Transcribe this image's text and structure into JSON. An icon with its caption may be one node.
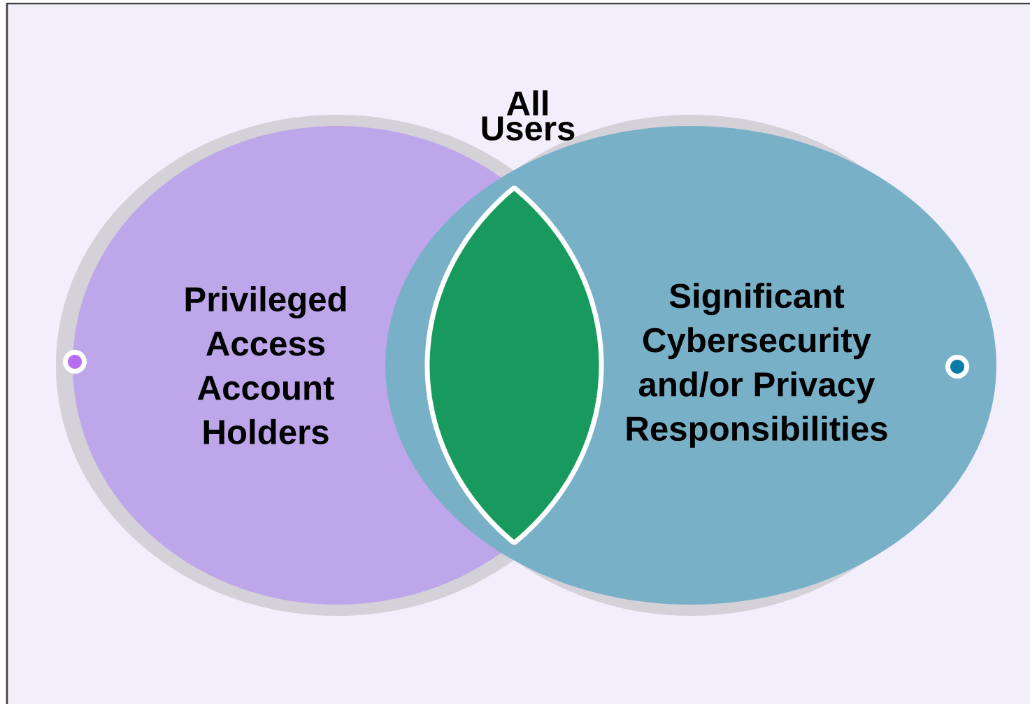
{
  "diagram": {
    "nodes": [
      {
        "text": [
          "Privileged Access Account Holders"
        ]
      },
      {
        "text": [
          "Significant Cybersecurity and/or Privacy Responsibilities"
        ]
      },
      {
        "text": [],
        "shape": "lens"
      }
    ],
    "edges": [],
    "labels": [
      "All Users"
    ]
  }
}
